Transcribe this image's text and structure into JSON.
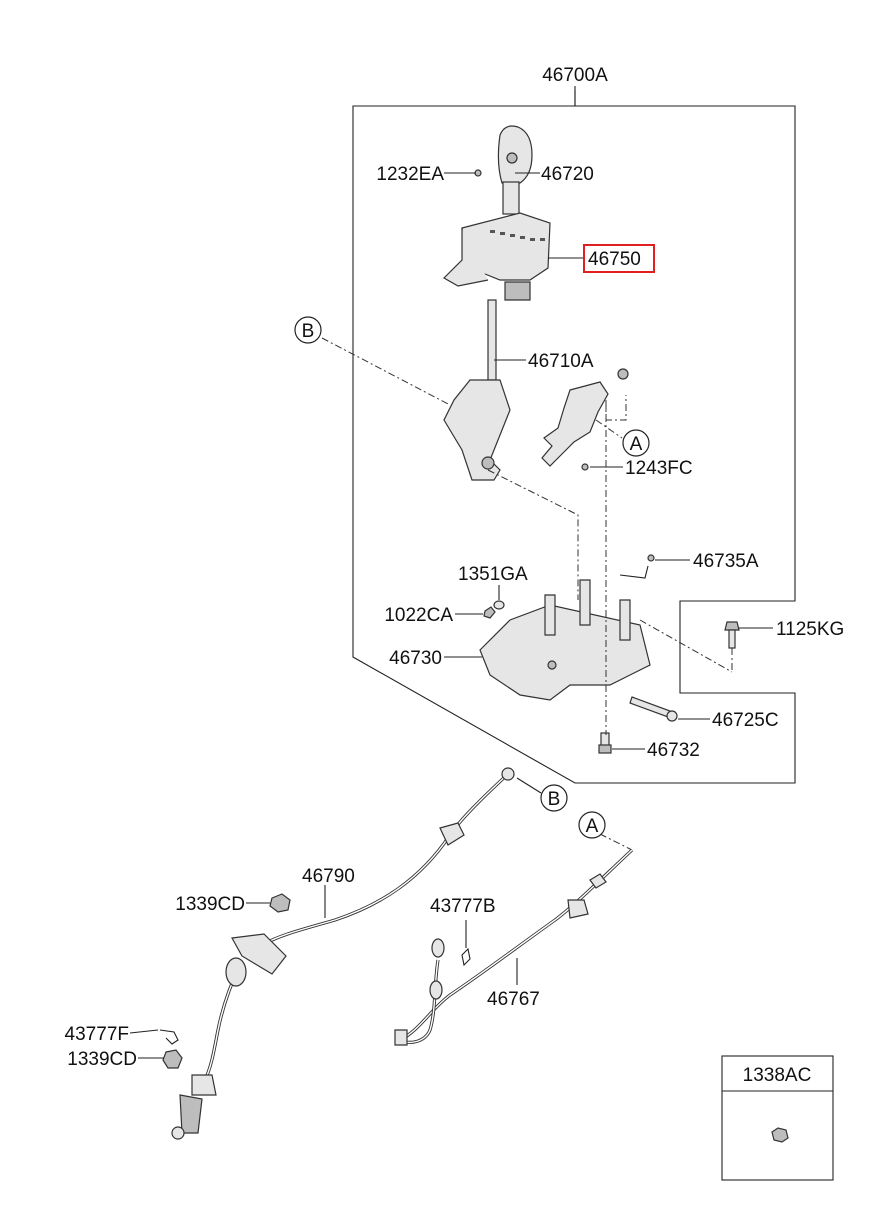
{
  "diagram": {
    "assembly_label": "46700A",
    "highlighted_label": "46750",
    "callouts": {
      "b": "B",
      "a": "A"
    },
    "parts": {
      "p1232EA": "1232EA",
      "p46720": "46720",
      "p46750": "46750",
      "p46710A": "46710A",
      "p1243FC": "1243FC",
      "p46735A": "46735A",
      "p1351GA": "1351GA",
      "p1022CA": "1022CA",
      "p1125KG": "1125KG",
      "p46730": "46730",
      "p46725C": "46725C",
      "p46732": "46732",
      "p46790": "46790",
      "p1339CD_top": "1339CD",
      "p43777B": "43777B",
      "p46767": "46767",
      "p43777F": "43777F",
      "p1339CD_bottom": "1339CD"
    },
    "legend_box": {
      "label": "1338AC"
    },
    "colors": {
      "highlight": "#e02020",
      "line": "#222222",
      "part_fill": "#e6e6e6"
    }
  }
}
